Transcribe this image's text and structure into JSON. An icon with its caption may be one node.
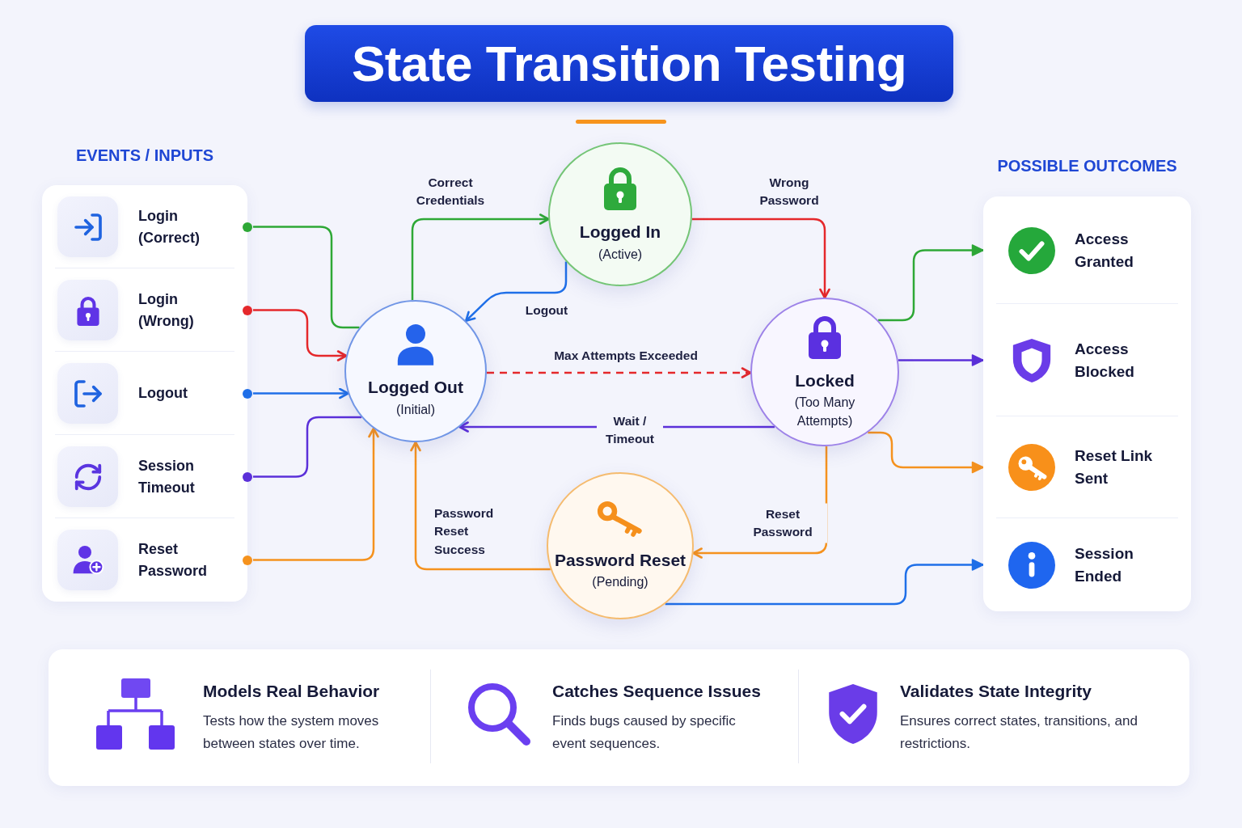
{
  "diagram": {
    "title": "State Transition Testing",
    "nodes": [
      {
        "text": [
          "EVENTS / INPUTS"
        ]
      },
      {
        "text": [
          "Login (Correct)"
        ],
        "in": 0
      },
      {
        "text": [
          "Login (Wrong)"
        ],
        "in": 0
      },
      {
        "text": [
          "Logout"
        ],
        "in": 0
      },
      {
        "text": [
          "Session Timeout"
        ],
        "in": 0
      },
      {
        "text": [
          "Reset Password"
        ],
        "in": 0
      },
      {
        "text": [
          "Logged In",
          "(Active)"
        ]
      },
      {
        "text": [
          "Logged Out",
          "(Initial)"
        ]
      },
      {
        "text": [
          "Locked",
          "(Too Many Attempts)"
        ]
      },
      {
        "text": [
          "Password Reset",
          "(Pending)"
        ]
      },
      {
        "text": [
          "POSSIBLE OUTCOMES"
        ]
      },
      {
        "text": [
          "Access Granted"
        ],
        "in": 10
      },
      {
        "text": [
          "Access Blocked"
        ],
        "in": 10
      },
      {
        "text": [
          "Reset Link Sent"
        ],
        "in": 10
      },
      {
        "text": [
          "Session Ended"
        ],
        "in": 10
      },
      {
        "text": [
          "Models Real Behavior",
          "Tests how the system moves between states over time.",
          "Catches Sequence Issues",
          "Finds bugs caused by specific event sequences.",
          "Validates State Integrity",
          "Ensures correct states, transitions, and restrictions."
        ]
      }
    ],
    "edges": [
      {
        "from": 1,
        "to": 7,
        "arrow": "none",
        "color": "#2ea836"
      },
      {
        "from": 2,
        "to": 7,
        "arrow": "to",
        "color": "#e5282b"
      },
      {
        "from": 3,
        "to": 7,
        "arrow": "to",
        "color": "#1f6fe8"
      },
      {
        "from": 4,
        "to": 7,
        "arrow": "none",
        "color": "#5b30d9"
      },
      {
        "from": 5,
        "to": 7,
        "arrow": "to",
        "color": "#f5921e"
      },
      {
        "from": 7,
        "to": 6,
        "arrow": "to",
        "label": "Correct Credentials",
        "color": "#2ea836"
      },
      {
        "from": 6,
        "to": 7,
        "arrow": "to",
        "label": "Logout",
        "color": "#1f6fe8"
      },
      {
        "from": 6,
        "to": 8,
        "arrow": "to",
        "label": "Wrong Password",
        "color": "#e5282b"
      },
      {
        "from": 7,
        "to": 8,
        "arrow": "to",
        "label": "Max Attempts Exceeded",
        "style": "dashed",
        "color": "#e5282b"
      },
      {
        "from": 8,
        "to": 7,
        "arrow": "to",
        "label": "Wait / Timeout",
        "color": "#5b30d9"
      },
      {
        "from": 8,
        "to": 9,
        "arrow": "to",
        "label": "Reset Password",
        "color": "#f5921e"
      },
      {
        "from": 9,
        "to": 7,
        "arrow": "to",
        "label": "Password Reset Success",
        "color": "#f5921e"
      },
      {
        "from": 8,
        "to": 11,
        "arrow": "to",
        "color": "#2ea836"
      },
      {
        "from": 8,
        "to": 12,
        "arrow": "to",
        "color": "#5b30d9"
      },
      {
        "from": 8,
        "to": 13,
        "arrow": "to",
        "color": "#f5921e"
      },
      {
        "from": 9,
        "to": 14,
        "arrow": "to",
        "color": "#1f6fe8"
      }
    ]
  }
}
